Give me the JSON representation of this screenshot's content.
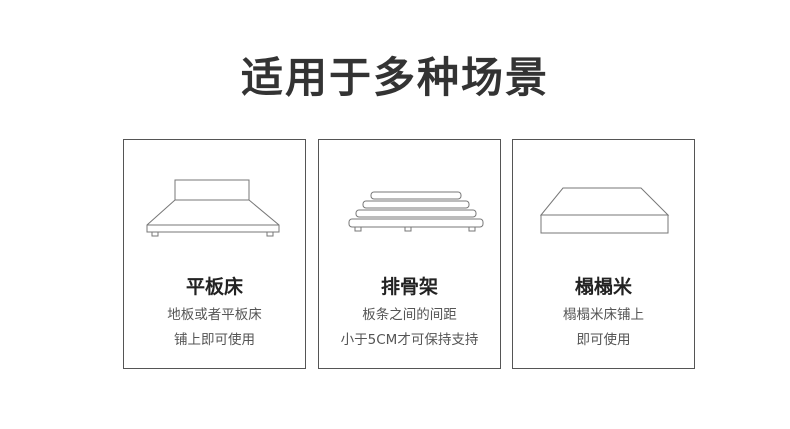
{
  "title": "适用于多种场景",
  "cards": [
    {
      "icon": "platform-bed-icon",
      "name": "平板床",
      "lines": [
        "地板或者平板床",
        "铺上即可使用"
      ]
    },
    {
      "icon": "slatted-bed-frame-icon",
      "name": "排骨架",
      "lines": [
        "板条之间的间距",
        "小于5CM才可保持支持"
      ]
    },
    {
      "icon": "tatami-mat-icon",
      "name": "榻榻米",
      "lines": [
        "榻榻米床铺上",
        "即可使用"
      ]
    }
  ]
}
